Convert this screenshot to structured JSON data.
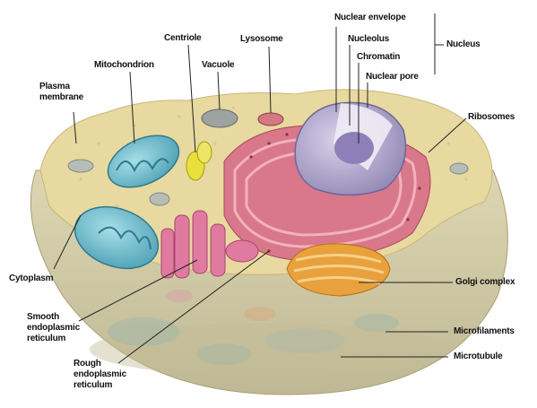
{
  "labels": {
    "nuclear_envelope": "Nuclear envelope",
    "nucleolus": "Nucleolus",
    "chromatin": "Chromatin",
    "nuclear_pore": "Nuclear pore",
    "nucleus": "Nucleus",
    "centriole": "Centriole",
    "lysosome": "Lysosome",
    "vacuole": "Vacuole",
    "mitochondrion": "Mitochondrion",
    "plasma_membrane": "Plasma\nmembrane",
    "ribosomes": "Ribosomes",
    "cytoplasm": "Cytoplasm",
    "smooth_er": "Smooth\nendoplasmic\nreticulum",
    "rough_er": "Rough\nendoplasmic\nreticulum",
    "golgi": "Golgi complex",
    "microfilaments": "Microfilaments",
    "microtubule": "Microtubule"
  },
  "colors": {
    "cytoplasm": "#e8d9a0",
    "cell_base": "#cfc8a4",
    "nucleus": "#a49bc2",
    "rough_er": "#d9788a",
    "smooth_er": "#e07aa0",
    "golgi": "#e8a13c",
    "mitochondrion": "#6fb6c6",
    "centriole": "#e7df3c"
  }
}
